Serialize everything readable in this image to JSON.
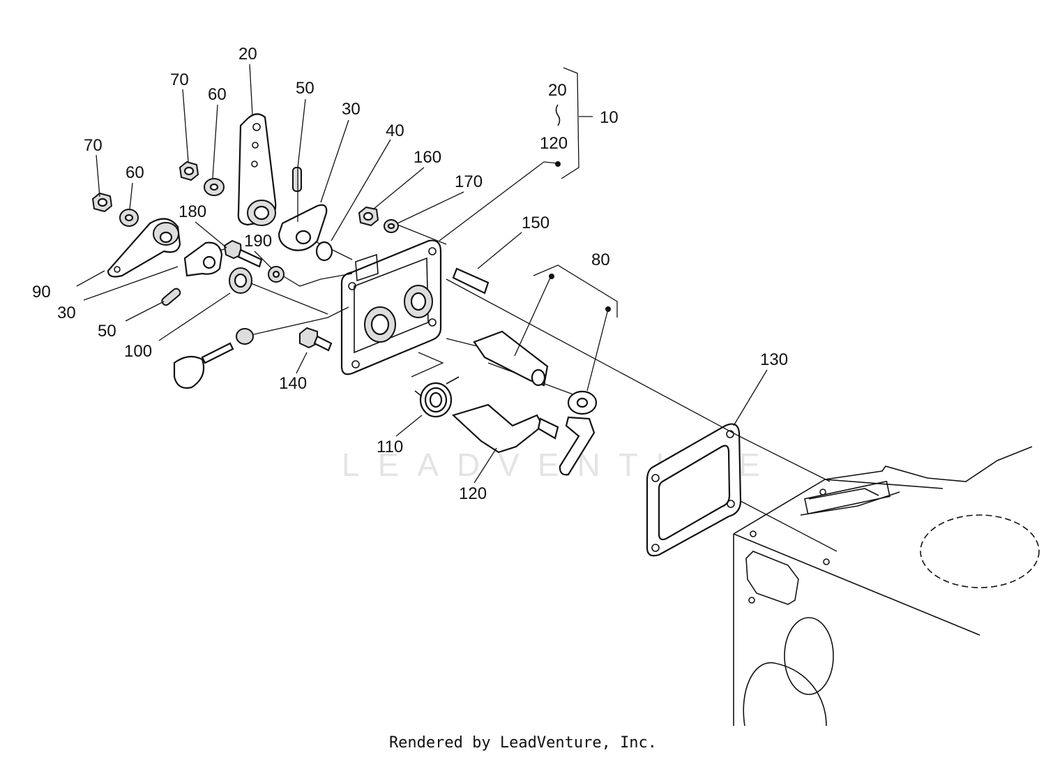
{
  "watermark": "LEADVENTURE",
  "footer": "Rendered by LeadVenture, Inc.",
  "callouts": {
    "c20_top": "20",
    "c70_a": "70",
    "c60_a": "60",
    "c50_a": "50",
    "c30_a": "30",
    "c40": "40",
    "c20_range": "20",
    "c120_range": "120",
    "c10": "10",
    "c70_b": "70",
    "c60_b": "60",
    "c160": "160",
    "c170": "170",
    "c180": "180",
    "c190": "190",
    "c150": "150",
    "c80": "80",
    "c90": "90",
    "c30_b": "30",
    "c50_b": "50",
    "c100": "100",
    "c140": "140",
    "c130": "130",
    "c110": "110",
    "c120_bottom": "120"
  }
}
